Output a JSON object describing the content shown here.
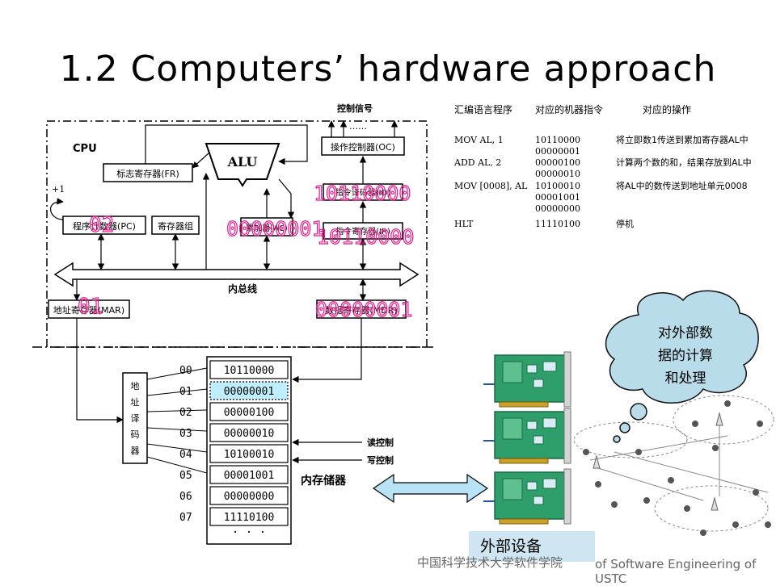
{
  "title": "1.2 Computers’ hardware approach",
  "cpu_diagram": {
    "cpu_label": "CPU",
    "control_signal": "控制信号",
    "dots": "……",
    "alu": "ALU",
    "fr": "标志寄存器(FR)",
    "oc": "操作控制器(OC)",
    "id": "指令译码器(ID)",
    "ir": "指令寄存器(IR)",
    "pc": "程序计数器(PC)",
    "reg_group": "寄存器组",
    "ac": "累加器(AC)",
    "bus": "内总线",
    "mar": "地址寄存器(MAR)",
    "mdr": "数据寄存器(MDR)",
    "decoder": [
      "地",
      "址",
      "译",
      "码",
      "器"
    ],
    "read_ctrl": "读控制",
    "write_ctrl": "写控制",
    "memory": "内存储器",
    "minus_one": "+1",
    "pink": {
      "pc_val": "02",
      "mar_val": "01",
      "ac_val": "00000001",
      "id_val": "10110000",
      "ir_val": "10110000",
      "mdr_val": "00000001"
    },
    "memory_cells": [
      {
        "addr": "00",
        "value": "10110000"
      },
      {
        "addr": "01",
        "value": "00000001"
      },
      {
        "addr": "02",
        "value": "00000100"
      },
      {
        "addr": "03",
        "value": "00000010"
      },
      {
        "addr": "04",
        "value": "10100010"
      },
      {
        "addr": "05",
        "value": "00001001"
      },
      {
        "addr": "06",
        "value": "00000000"
      },
      {
        "addr": "07",
        "value": "11110100"
      }
    ],
    "memory_more": "· · ·"
  },
  "program_table": {
    "headers": [
      "汇编语言程序",
      "对应的机器指令",
      "对应的操作"
    ],
    "rows": [
      {
        "asm": "MOV AL, 1",
        "machine": [
          "10110000",
          "00000001"
        ],
        "op": "将立即数1传送到累加寄存器AL中"
      },
      {
        "asm": "ADD AL, 2",
        "machine": [
          "00000100",
          "00000010"
        ],
        "op": "计算两个数的和，结果存放到AL中"
      },
      {
        "asm": "MOV [0008], AL",
        "machine": [
          "10100010",
          "00001001",
          "00000000"
        ],
        "op": "将AL中的数传送到地址单元0008"
      },
      {
        "asm": "HLT",
        "machine": [
          "11110100"
        ],
        "op": "停机"
      }
    ]
  },
  "thought_bubble": [
    "对外部数",
    "据的计算",
    "和处理"
  ],
  "external_device_label": "外部设备",
  "footer": {
    "left": "中国科学技术大学软件学院",
    "right": "of Software Engineering of USTC"
  },
  "colors": {
    "pink": "#e8198c",
    "highlight": "#bfefff",
    "bubble": "#b9dcea",
    "card_green": "#2e9e6a",
    "arrow_fill": "#b8e3f5"
  }
}
